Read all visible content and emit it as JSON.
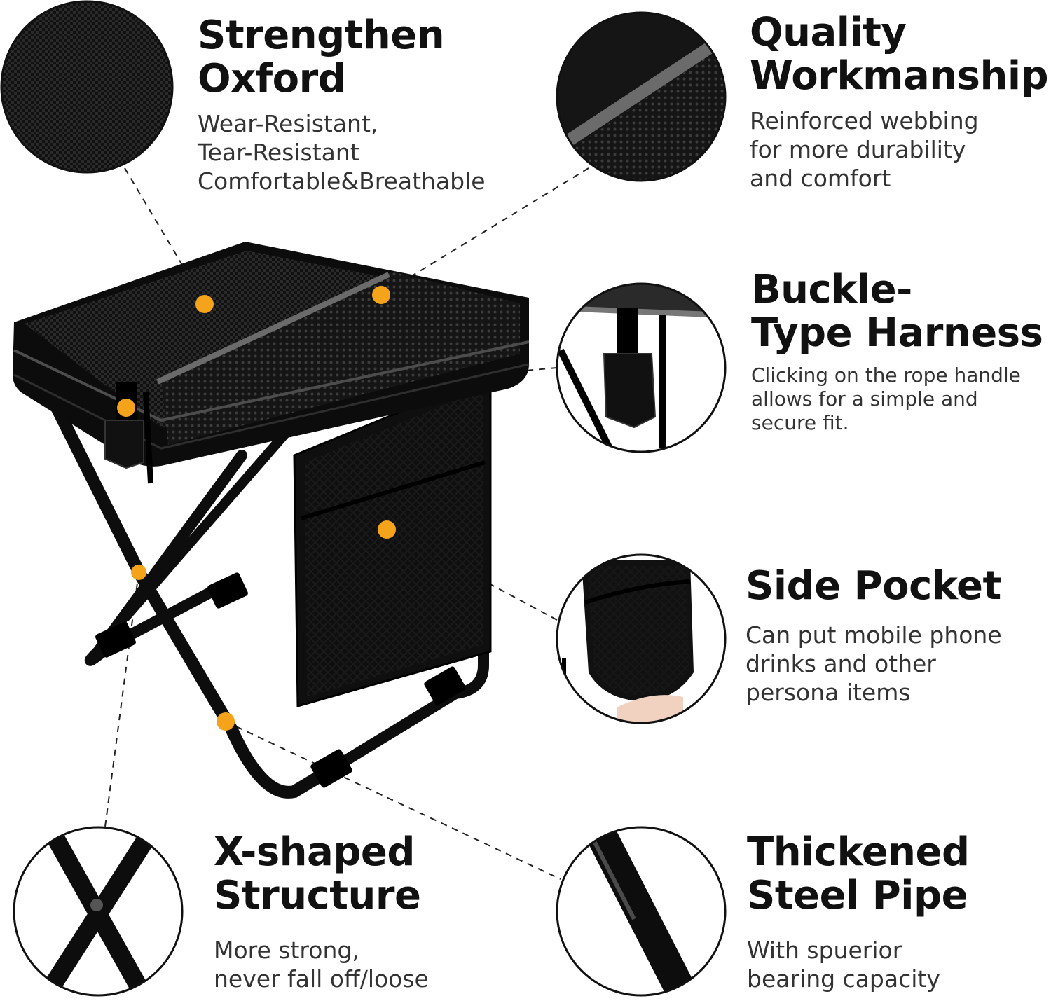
{
  "features": [
    {
      "id": "oxford",
      "title_lines": [
        "Strengthen",
        "Oxford"
      ],
      "desc_lines": [
        "Wear-Resistant,",
        "Tear-Resistant",
        "Comfortable&Breathable"
      ]
    },
    {
      "id": "workmanship",
      "title_lines": [
        "Quality",
        "Workmanship"
      ],
      "desc_lines": [
        "Reinforced webbing",
        "for more durability",
        "and comfort"
      ]
    },
    {
      "id": "buckle",
      "title_lines": [
        "Buckle-",
        "Type Harness"
      ],
      "desc_lines": [
        "Clicking on the rope handle",
        "allows for a simple and",
        "secure fit."
      ]
    },
    {
      "id": "pocket",
      "title_lines": [
        "Side Pocket"
      ],
      "desc_lines": [
        "Can put mobile phone",
        "drinks and other",
        "persona items"
      ]
    },
    {
      "id": "xshape",
      "title_lines": [
        "X-shaped",
        "Structure"
      ],
      "desc_lines": [
        "More strong,",
        "never fall off/loose"
      ]
    },
    {
      "id": "pipe",
      "title_lines": [
        "Thickened",
        "Steel Pipe"
      ],
      "desc_lines": [
        "With spuerior",
        "bearing capacity"
      ]
    }
  ],
  "colors": {
    "accent_dot": "#f5a31a",
    "fabric": "#1a1a1a",
    "trim": "#6b6b6b",
    "frame": "#0d0d0d",
    "text": "#111111"
  },
  "icons": [
    "fabric-texture-icon",
    "webbing-detail-icon",
    "buckle-detail-icon",
    "pocket-detail-icon",
    "x-frame-detail-icon",
    "steel-pipe-detail-icon"
  ]
}
